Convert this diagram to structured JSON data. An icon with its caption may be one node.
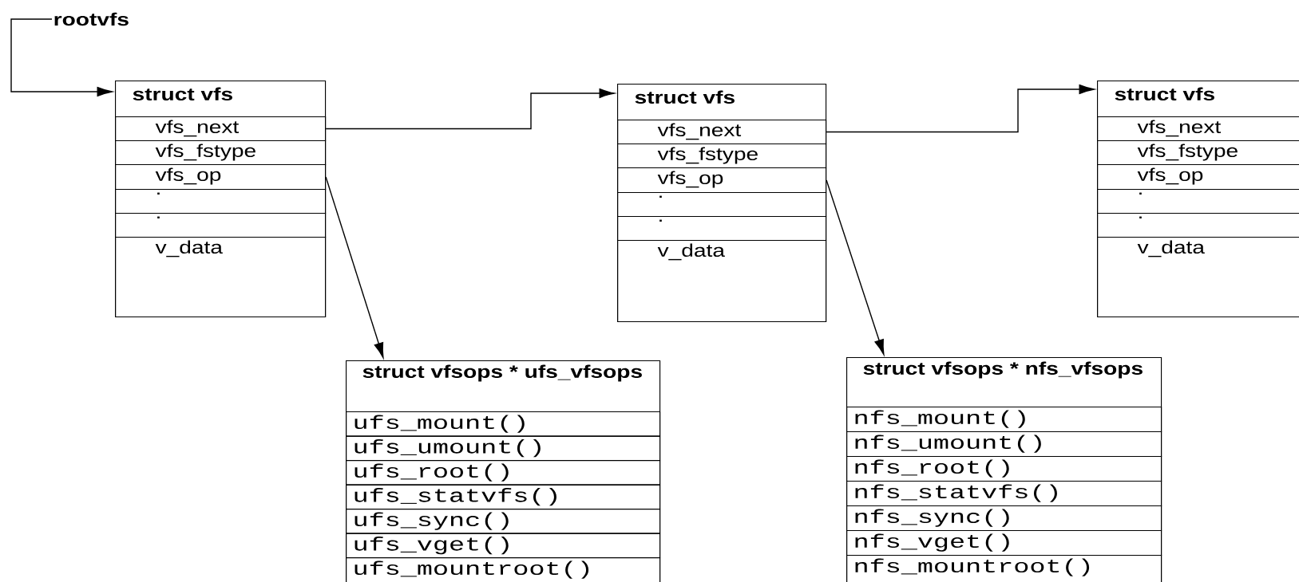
{
  "diagram": {
    "nodes": [
      {
        "text": [
          "rootvfs"
        ]
      },
      {
        "text": [
          "struct vfs"
        ]
      },
      {
        "text": [
          "vfs_next"
        ],
        "in": 1
      },
      {
        "text": [
          "vfs_fstype"
        ],
        "in": 1
      },
      {
        "text": [
          "vfs_op"
        ],
        "in": 1
      },
      {
        "text": [
          "."
        ],
        "in": 1
      },
      {
        "text": [
          "."
        ],
        "in": 1
      },
      {
        "text": [
          "v_data"
        ],
        "in": 1
      },
      {
        "text": [
          "struct vfs"
        ]
      },
      {
        "text": [
          "vfs_next"
        ],
        "in": 8
      },
      {
        "text": [
          "vfs_fstype"
        ],
        "in": 8
      },
      {
        "text": [
          "vfs_op"
        ],
        "in": 8
      },
      {
        "text": [
          "."
        ],
        "in": 8
      },
      {
        "text": [
          "."
        ],
        "in": 8
      },
      {
        "text": [
          "v_data"
        ],
        "in": 8
      },
      {
        "text": [
          "struct vfs"
        ]
      },
      {
        "text": [
          "vfs_next"
        ],
        "in": 15
      },
      {
        "text": [
          "vfs_fstype"
        ],
        "in": 15
      },
      {
        "text": [
          "vfs_op"
        ],
        "in": 15
      },
      {
        "text": [
          "."
        ],
        "in": 15
      },
      {
        "text": [
          "."
        ],
        "in": 15
      },
      {
        "text": [
          "v_data"
        ],
        "in": 15
      },
      {
        "text": [
          "struct vfsops * ufs_vfsops"
        ]
      },
      {
        "text": [
          "ufs_mount()"
        ],
        "in": 22
      },
      {
        "text": [
          "ufs_umount()"
        ],
        "in": 22
      },
      {
        "text": [
          "ufs_root()"
        ],
        "in": 22
      },
      {
        "text": [
          "ufs_statvfs()"
        ],
        "in": 22
      },
      {
        "text": [
          "ufs_sync()"
        ],
        "in": 22
      },
      {
        "text": [
          "ufs_vget()"
        ],
        "in": 22
      },
      {
        "text": [
          "ufs_mountroot()"
        ],
        "in": 22
      },
      {
        "text": [
          "struct vfsops * nfs_vfsops"
        ]
      },
      {
        "text": [
          "nfs_mount()"
        ],
        "in": 30
      },
      {
        "text": [
          "nfs_umount()"
        ],
        "in": 30
      },
      {
        "text": [
          "nfs_root()"
        ],
        "in": 30
      },
      {
        "text": [
          "nfs_statvfs()"
        ],
        "in": 30
      },
      {
        "text": [
          "nfs_sync()"
        ],
        "in": 30
      },
      {
        "text": [
          "nfs_vget()"
        ],
        "in": 30
      },
      {
        "text": [
          "nfs_mountroot()"
        ],
        "in": 30
      }
    ],
    "edges": [
      {
        "from": 0,
        "to": 1,
        "arrow": "to"
      },
      {
        "from": 2,
        "to": 8,
        "arrow": "to"
      },
      {
        "from": 9,
        "to": 15,
        "arrow": "to"
      },
      {
        "from": 4,
        "to": 22,
        "arrow": "to"
      },
      {
        "from": 11,
        "to": 30,
        "arrow": "to"
      }
    ]
  }
}
